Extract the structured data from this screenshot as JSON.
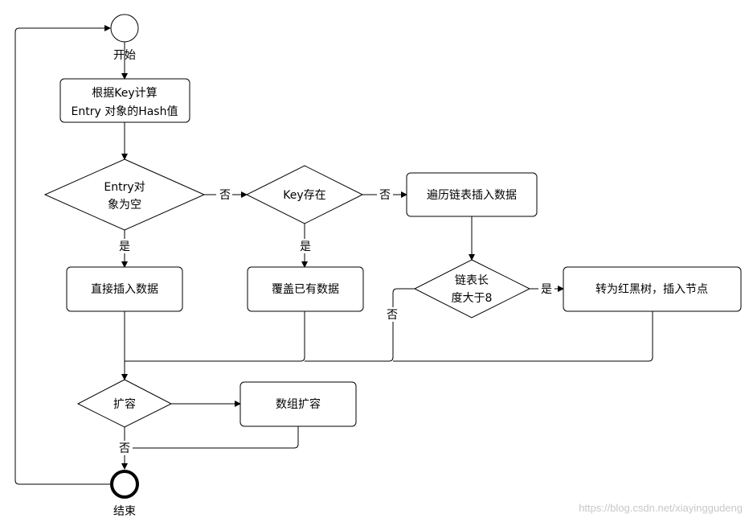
{
  "nodes": {
    "start": "开始",
    "compute_hash_line1": "根据Key计算",
    "compute_hash_line2": "Entry 对象的Hash值",
    "entry_null_line1": "Entry对",
    "entry_null_line2": "象为空",
    "key_exists": "Key存在",
    "traverse_insert": "遍历链表插入数据",
    "direct_insert": "直接插入数据",
    "overwrite": "覆盖已有数据",
    "list_len_line1": "链表长",
    "list_len_line2": "度大于8",
    "to_rbtree": "转为红黑树，插入节点",
    "resize_check": "扩容",
    "array_resize": "数组扩容",
    "end": "结束"
  },
  "edge_labels": {
    "entry_null_no": "否",
    "entry_null_yes": "是",
    "key_exists_no": "否",
    "key_exists_yes": "是",
    "list_len_yes": "是",
    "list_len_no": "否",
    "resize_no": "否"
  },
  "watermark": "https://blog.csdn.net/xiayinggudeng"
}
